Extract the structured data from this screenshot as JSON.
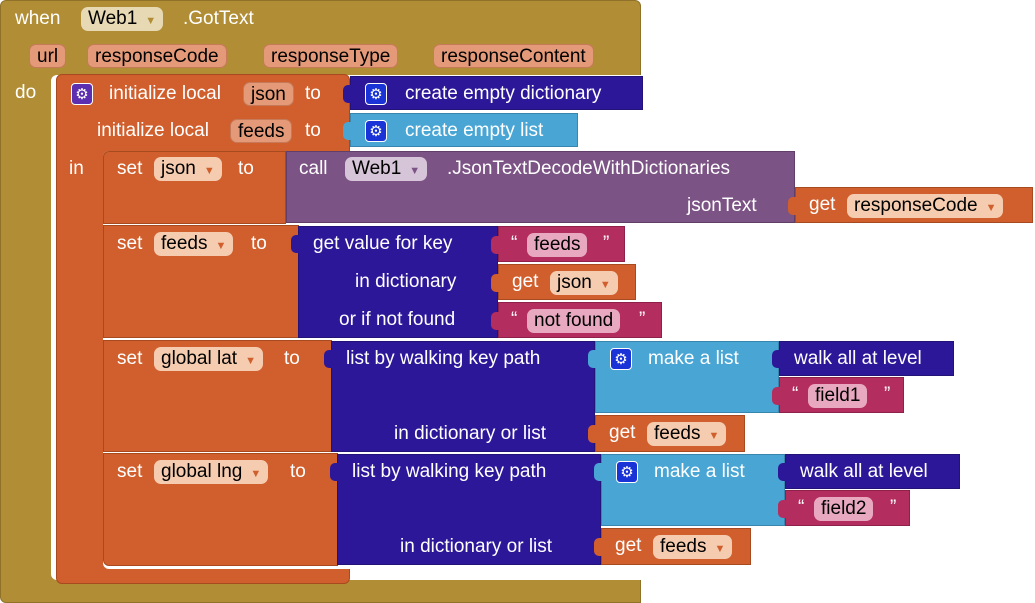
{
  "event": {
    "when": "when",
    "component": "Web1",
    "event_name": ".GotText",
    "params": [
      "url",
      "responseCode",
      "responseType",
      "responseContent"
    ],
    "do": "do"
  },
  "local": {
    "init1": "initialize local",
    "var1": "json",
    "to": "to",
    "value1": "create empty dictionary",
    "init2": "initialize local",
    "var2": "feeds",
    "value2": "create empty list",
    "in": "in"
  },
  "set_json": {
    "set": "set",
    "var": "json",
    "to": "to",
    "call": "call",
    "component": "Web1",
    "method": ".JsonTextDecodeWithDictionaries",
    "arg_label": "jsonText",
    "get": "get",
    "get_var": "responseCode"
  },
  "set_feeds": {
    "set": "set",
    "var": "feeds",
    "to": "to",
    "label_key": "get value for key",
    "key": "feeds",
    "label_dict": "in dictionary",
    "get": "get",
    "dict_var": "json",
    "label_notfound": "or if not found",
    "notfound": "not found"
  },
  "set_lat": {
    "set": "set",
    "var": "global lat",
    "to": "to",
    "label_walk": "list by walking key path",
    "make_list": "make a list",
    "walk_all": "walk all at level",
    "field": "field1",
    "label_in": "in dictionary or list",
    "get": "get",
    "get_var": "feeds"
  },
  "set_lng": {
    "set": "set",
    "var": "global lng",
    "to": "to",
    "label_walk": "list by walking key path",
    "make_list": "make a list",
    "walk_all": "walk all at level",
    "field": "field2",
    "label_in": "in dictionary or list",
    "get": "get",
    "get_var": "feeds"
  },
  "glyphs": {
    "dropdown": "▼",
    "gear": "⚙",
    "quote_open": "“",
    "quote_close": "”"
  }
}
